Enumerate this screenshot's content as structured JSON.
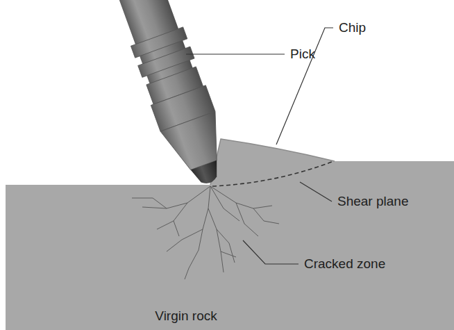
{
  "diagram": {
    "labels": [
      "Pick",
      "Chip",
      "Shear plane",
      "Cracked zone",
      "Virgin rock"
    ]
  }
}
